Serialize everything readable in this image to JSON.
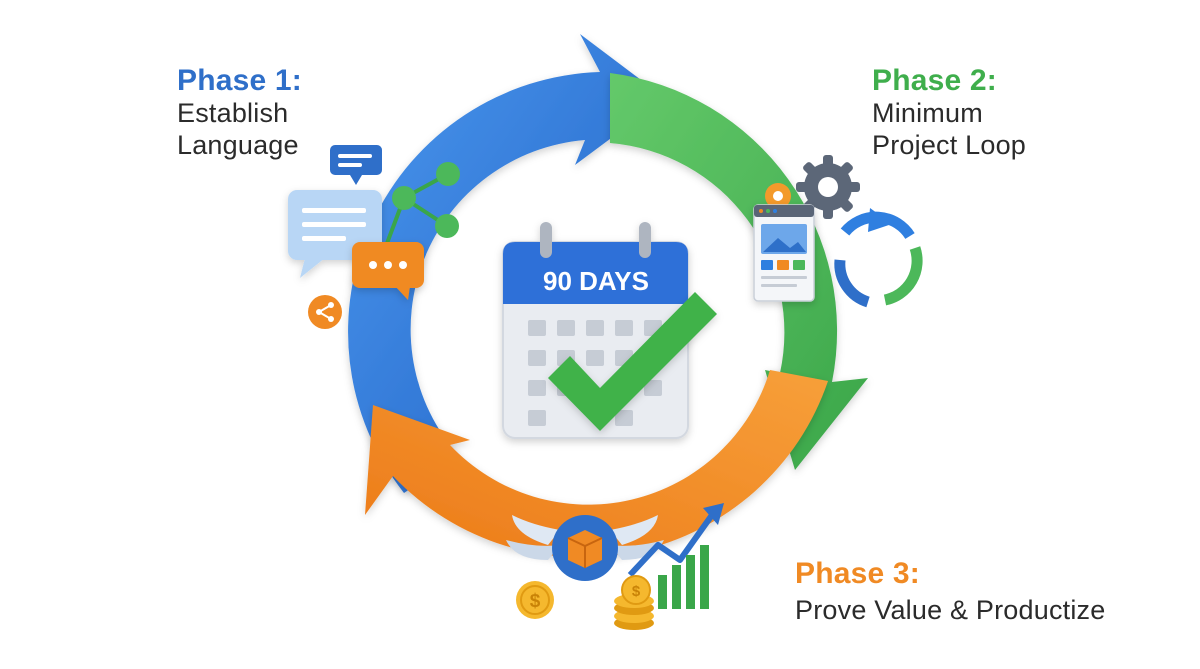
{
  "colors": {
    "blue": "#2f7fe0",
    "green": "#4cb85a",
    "orange": "#f08a24",
    "background": "#ffffff",
    "text": "#2b2b2b"
  },
  "phases": [
    {
      "title": "Phase 1:",
      "description_lines": [
        "Establish",
        "Language"
      ],
      "color": "#2f7fe0"
    },
    {
      "title": "Phase 2:",
      "description_lines": [
        "Minimum",
        "Project Loop"
      ],
      "color": "#4cb85a"
    },
    {
      "title": "Phase 3:",
      "description_lines": [
        "Prove Value & Productize"
      ],
      "color": "#f08a24"
    }
  ],
  "center": {
    "calendar_header": "90 DAYS"
  },
  "icons": {
    "phase_1": [
      "chat-bubble-icon",
      "speech-bubble-icon",
      "ellipsis-chat-icon",
      "network-nodes-icon",
      "share-icon"
    ],
    "phase_2": [
      "gear-icon",
      "browser-window-icon",
      "refresh-cycle-icon"
    ],
    "phase_3": [
      "winged-box-icon",
      "trend-arrow-icon",
      "bar-chart-icon",
      "dollar-coin-icon",
      "coin-stack-icon"
    ],
    "center": [
      "calendar-icon",
      "checkmark-icon"
    ]
  }
}
